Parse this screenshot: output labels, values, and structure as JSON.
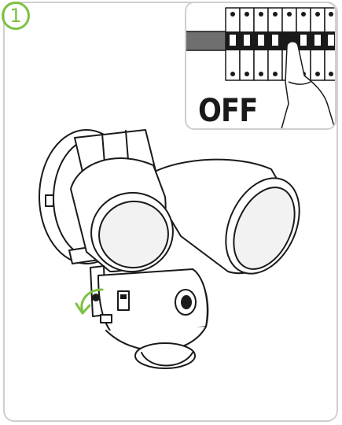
{
  "step": {
    "number": "1"
  },
  "inset": {
    "label": "OFF"
  },
  "colors": {
    "accent": "#7cc242",
    "frame": "#cfcfcf",
    "line": "#1a1a1a"
  },
  "icons": [
    "step-number-badge",
    "breaker-panel",
    "pointing-hand",
    "floodlight-camera",
    "rotate-arrow-icon"
  ]
}
